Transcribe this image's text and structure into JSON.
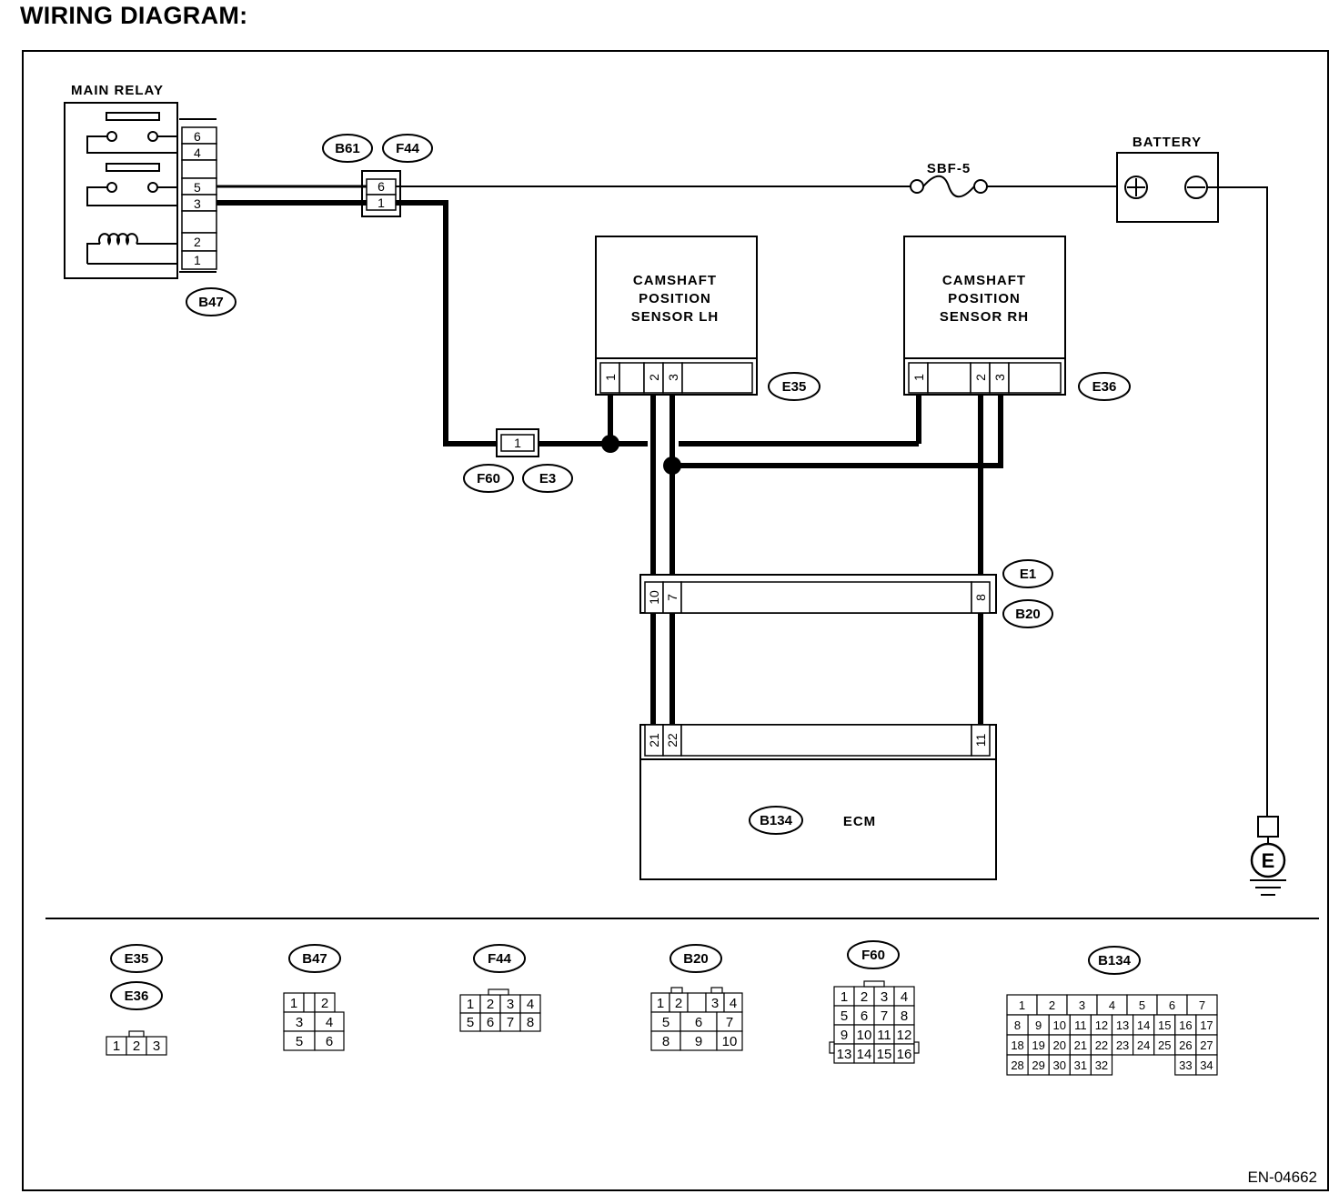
{
  "title": "WIRING DIAGRAM:",
  "figure_code": "EN-04662",
  "components": {
    "main_relay": {
      "label": "MAIN RELAY",
      "connector": "B47",
      "pins": [
        "6",
        "4",
        "5",
        "3",
        "2",
        "1"
      ]
    },
    "battery": {
      "label": "BATTERY",
      "plus": "⊕",
      "minus": "⊖"
    },
    "fuse": {
      "label": "SBF-5"
    },
    "cmp_lh": {
      "lines": [
        "CAMSHAFT",
        "POSITION",
        "SENSOR LH"
      ],
      "connector": "E35",
      "pins": [
        "1",
        "2",
        "3"
      ]
    },
    "cmp_rh": {
      "lines": [
        "CAMSHAFT",
        "POSITION",
        "SENSOR RH"
      ],
      "connector": "E36",
      "pins": [
        "1",
        "2",
        "3"
      ]
    },
    "ecm": {
      "label": "ECM",
      "connector": "B134",
      "pins": [
        "21",
        "22",
        "11"
      ]
    },
    "ground": {
      "label": "E"
    }
  },
  "connectors": {
    "b61_f44": {
      "tags": [
        "B61",
        "F44"
      ],
      "pins": [
        "6",
        "1"
      ]
    },
    "f60_e3": {
      "tags": [
        "F60",
        "E3"
      ],
      "pins": [
        "1"
      ]
    },
    "e1_b20": {
      "tags": [
        "E1",
        "B20"
      ],
      "pins": [
        "10",
        "7",
        "8"
      ]
    }
  },
  "connector_legend": [
    {
      "tags": [
        "E35",
        "E36"
      ],
      "rows": [
        [
          "1",
          "2",
          "3"
        ]
      ]
    },
    {
      "tags": [
        "B47"
      ],
      "rows": [
        [
          "1",
          "",
          "2"
        ],
        [
          "3",
          "4"
        ],
        [
          "5",
          "6"
        ]
      ]
    },
    {
      "tags": [
        "F44"
      ],
      "rows": [
        [
          "1",
          "2",
          "3",
          "4"
        ],
        [
          "5",
          "6",
          "7",
          "8"
        ]
      ]
    },
    {
      "tags": [
        "B20"
      ],
      "rows": [
        [
          "1",
          "2",
          "",
          "3",
          "4"
        ],
        [
          "5",
          "6",
          "7"
        ],
        [
          "8",
          "9",
          "10"
        ]
      ]
    },
    {
      "tags": [
        "F60"
      ],
      "rows": [
        [
          "1",
          "2",
          "3",
          "4"
        ],
        [
          "5",
          "6",
          "7",
          "8"
        ],
        [
          "9",
          "10",
          "11",
          "12"
        ],
        [
          "13",
          "14",
          "15",
          "16"
        ]
      ]
    },
    {
      "tags": [
        "B134"
      ],
      "rows": [
        [
          "1",
          "2",
          "3",
          "4",
          "5",
          "6",
          "7"
        ],
        [
          "8",
          "9",
          "10",
          "11",
          "12",
          "13",
          "14",
          "15",
          "16",
          "17"
        ],
        [
          "18",
          "19",
          "20",
          "21",
          "22",
          "23",
          "24",
          "25",
          "26",
          "27"
        ],
        [
          "28",
          "29",
          "30",
          "31",
          "32",
          "33",
          "34"
        ]
      ]
    }
  ]
}
